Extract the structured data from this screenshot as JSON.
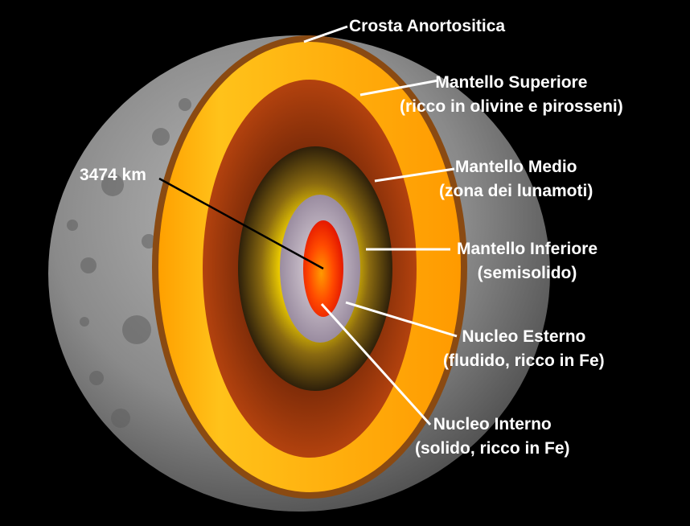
{
  "diagram": {
    "radius_label": "3474 km",
    "layers": [
      {
        "id": "crust",
        "name": "Crosta Anortositica",
        "detail": "",
        "color": "#8a4a12"
      },
      {
        "id": "upper-mantle",
        "name": "Mantello Superiore",
        "detail": "(ricco in olivine e pirosseni)",
        "color": "#ffb400"
      },
      {
        "id": "middle-mantle",
        "name": "Mantello Medio",
        "detail": "(zona dei lunamoti)",
        "color": "#9c3a0c"
      },
      {
        "id": "lower-mantle",
        "name": "Mantello Inferiore",
        "detail": "(semisolido)",
        "color": "#3c2a0e"
      },
      {
        "id": "outer-core",
        "name": "Nucleo Esterno",
        "detail": "(fludido, ricco in Fe)",
        "color": "#a89aa6"
      },
      {
        "id": "inner-core",
        "name": "Nucleo Interno",
        "detail": "(solido, ricco in Fe)",
        "color": "#ff3000"
      }
    ]
  }
}
